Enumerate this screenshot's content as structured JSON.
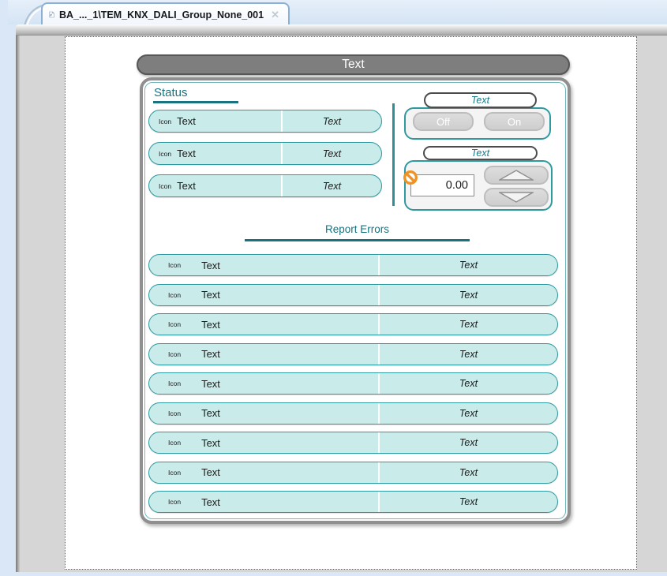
{
  "tab": {
    "title": "BA_..._1\\TEM_KNX_DALI_Group_None_001",
    "close_glyph": "✕"
  },
  "header": {
    "title": "Text"
  },
  "status": {
    "label": "Status",
    "rows": [
      {
        "icon": "Icon",
        "name": "Text",
        "value": "Text"
      },
      {
        "icon": "Icon",
        "name": "Text",
        "value": "Text"
      },
      {
        "icon": "Icon",
        "name": "Text",
        "value": "Text"
      }
    ]
  },
  "switch_group": {
    "label": "Text",
    "off_label": "Off",
    "on_label": "On"
  },
  "value_group": {
    "label": "Text",
    "value": "0.00"
  },
  "report": {
    "label": "Report Errors",
    "rows": [
      {
        "icon": "Icon",
        "name": "Text",
        "value": "Text"
      },
      {
        "icon": "Icon",
        "name": "Text",
        "value": "Text"
      },
      {
        "icon": "Icon",
        "name": "Text",
        "value": "Text"
      },
      {
        "icon": "Icon",
        "name": "Text",
        "value": "Text"
      },
      {
        "icon": "Icon",
        "name": "Text",
        "value": "Text"
      },
      {
        "icon": "Icon",
        "name": "Text",
        "value": "Text"
      },
      {
        "icon": "Icon",
        "name": "Text",
        "value": "Text"
      },
      {
        "icon": "Icon",
        "name": "Text",
        "value": "Text"
      },
      {
        "icon": "Icon",
        "name": "Text",
        "value": "Text"
      }
    ]
  },
  "icons": {
    "tab_document": "document-with-hash",
    "close": "✕",
    "blocked": "no-entry-circle-slash",
    "spin_up": "triangle-up",
    "spin_down": "triangle-down"
  },
  "colors": {
    "teal_text": "#17737E",
    "teal_border": "#2F99A0",
    "pill_fill": "#C9EBEA",
    "header_gray": "#7E7E7E",
    "panel_border": "#8F8F8F",
    "blocked_orange": "#EF9222",
    "tab_border_blue": "#8AB0D6"
  }
}
